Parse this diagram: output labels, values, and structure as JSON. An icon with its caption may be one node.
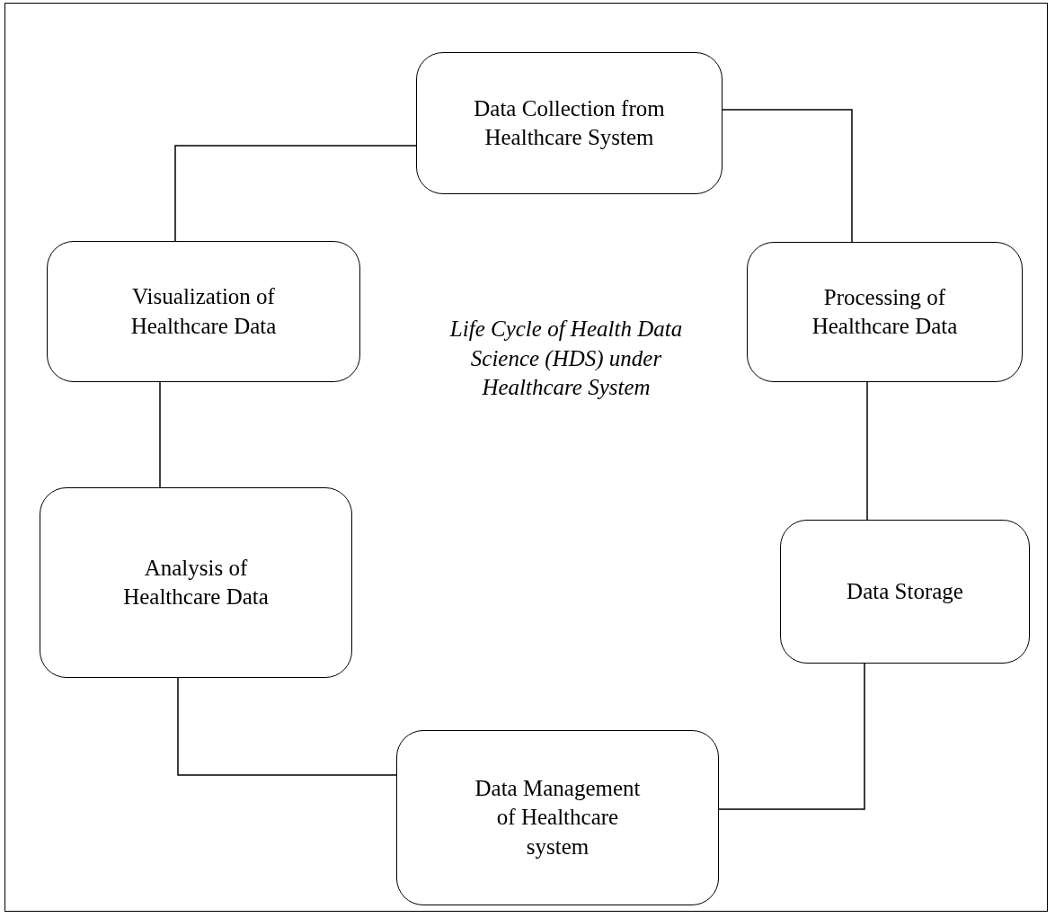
{
  "diagram": {
    "nodes": [
      {
        "text": [
          "Data Collection from Healthcare System"
        ]
      },
      {
        "text": [
          "Processing of Healthcare Data"
        ]
      },
      {
        "text": [
          "Data Storage"
        ]
      },
      {
        "text": [
          "Data Management of Healthcare system"
        ]
      },
      {
        "text": [
          "Analysis of Healthcare Data"
        ]
      },
      {
        "text": [
          "Visualization of Healthcare Data"
        ]
      }
    ],
    "edges": [
      {
        "from": 0,
        "to": 1,
        "arrow": "none"
      },
      {
        "from": 1,
        "to": 2,
        "arrow": "none"
      },
      {
        "from": 2,
        "to": 3,
        "arrow": "none"
      },
      {
        "from": 3,
        "to": 4,
        "arrow": "none"
      },
      {
        "from": 4,
        "to": 5,
        "arrow": "none"
      },
      {
        "from": 5,
        "to": 0,
        "arrow": "none"
      }
    ],
    "labels": [
      "Life Cycle of Health Data Science (HDS) under Healthcare System"
    ]
  }
}
